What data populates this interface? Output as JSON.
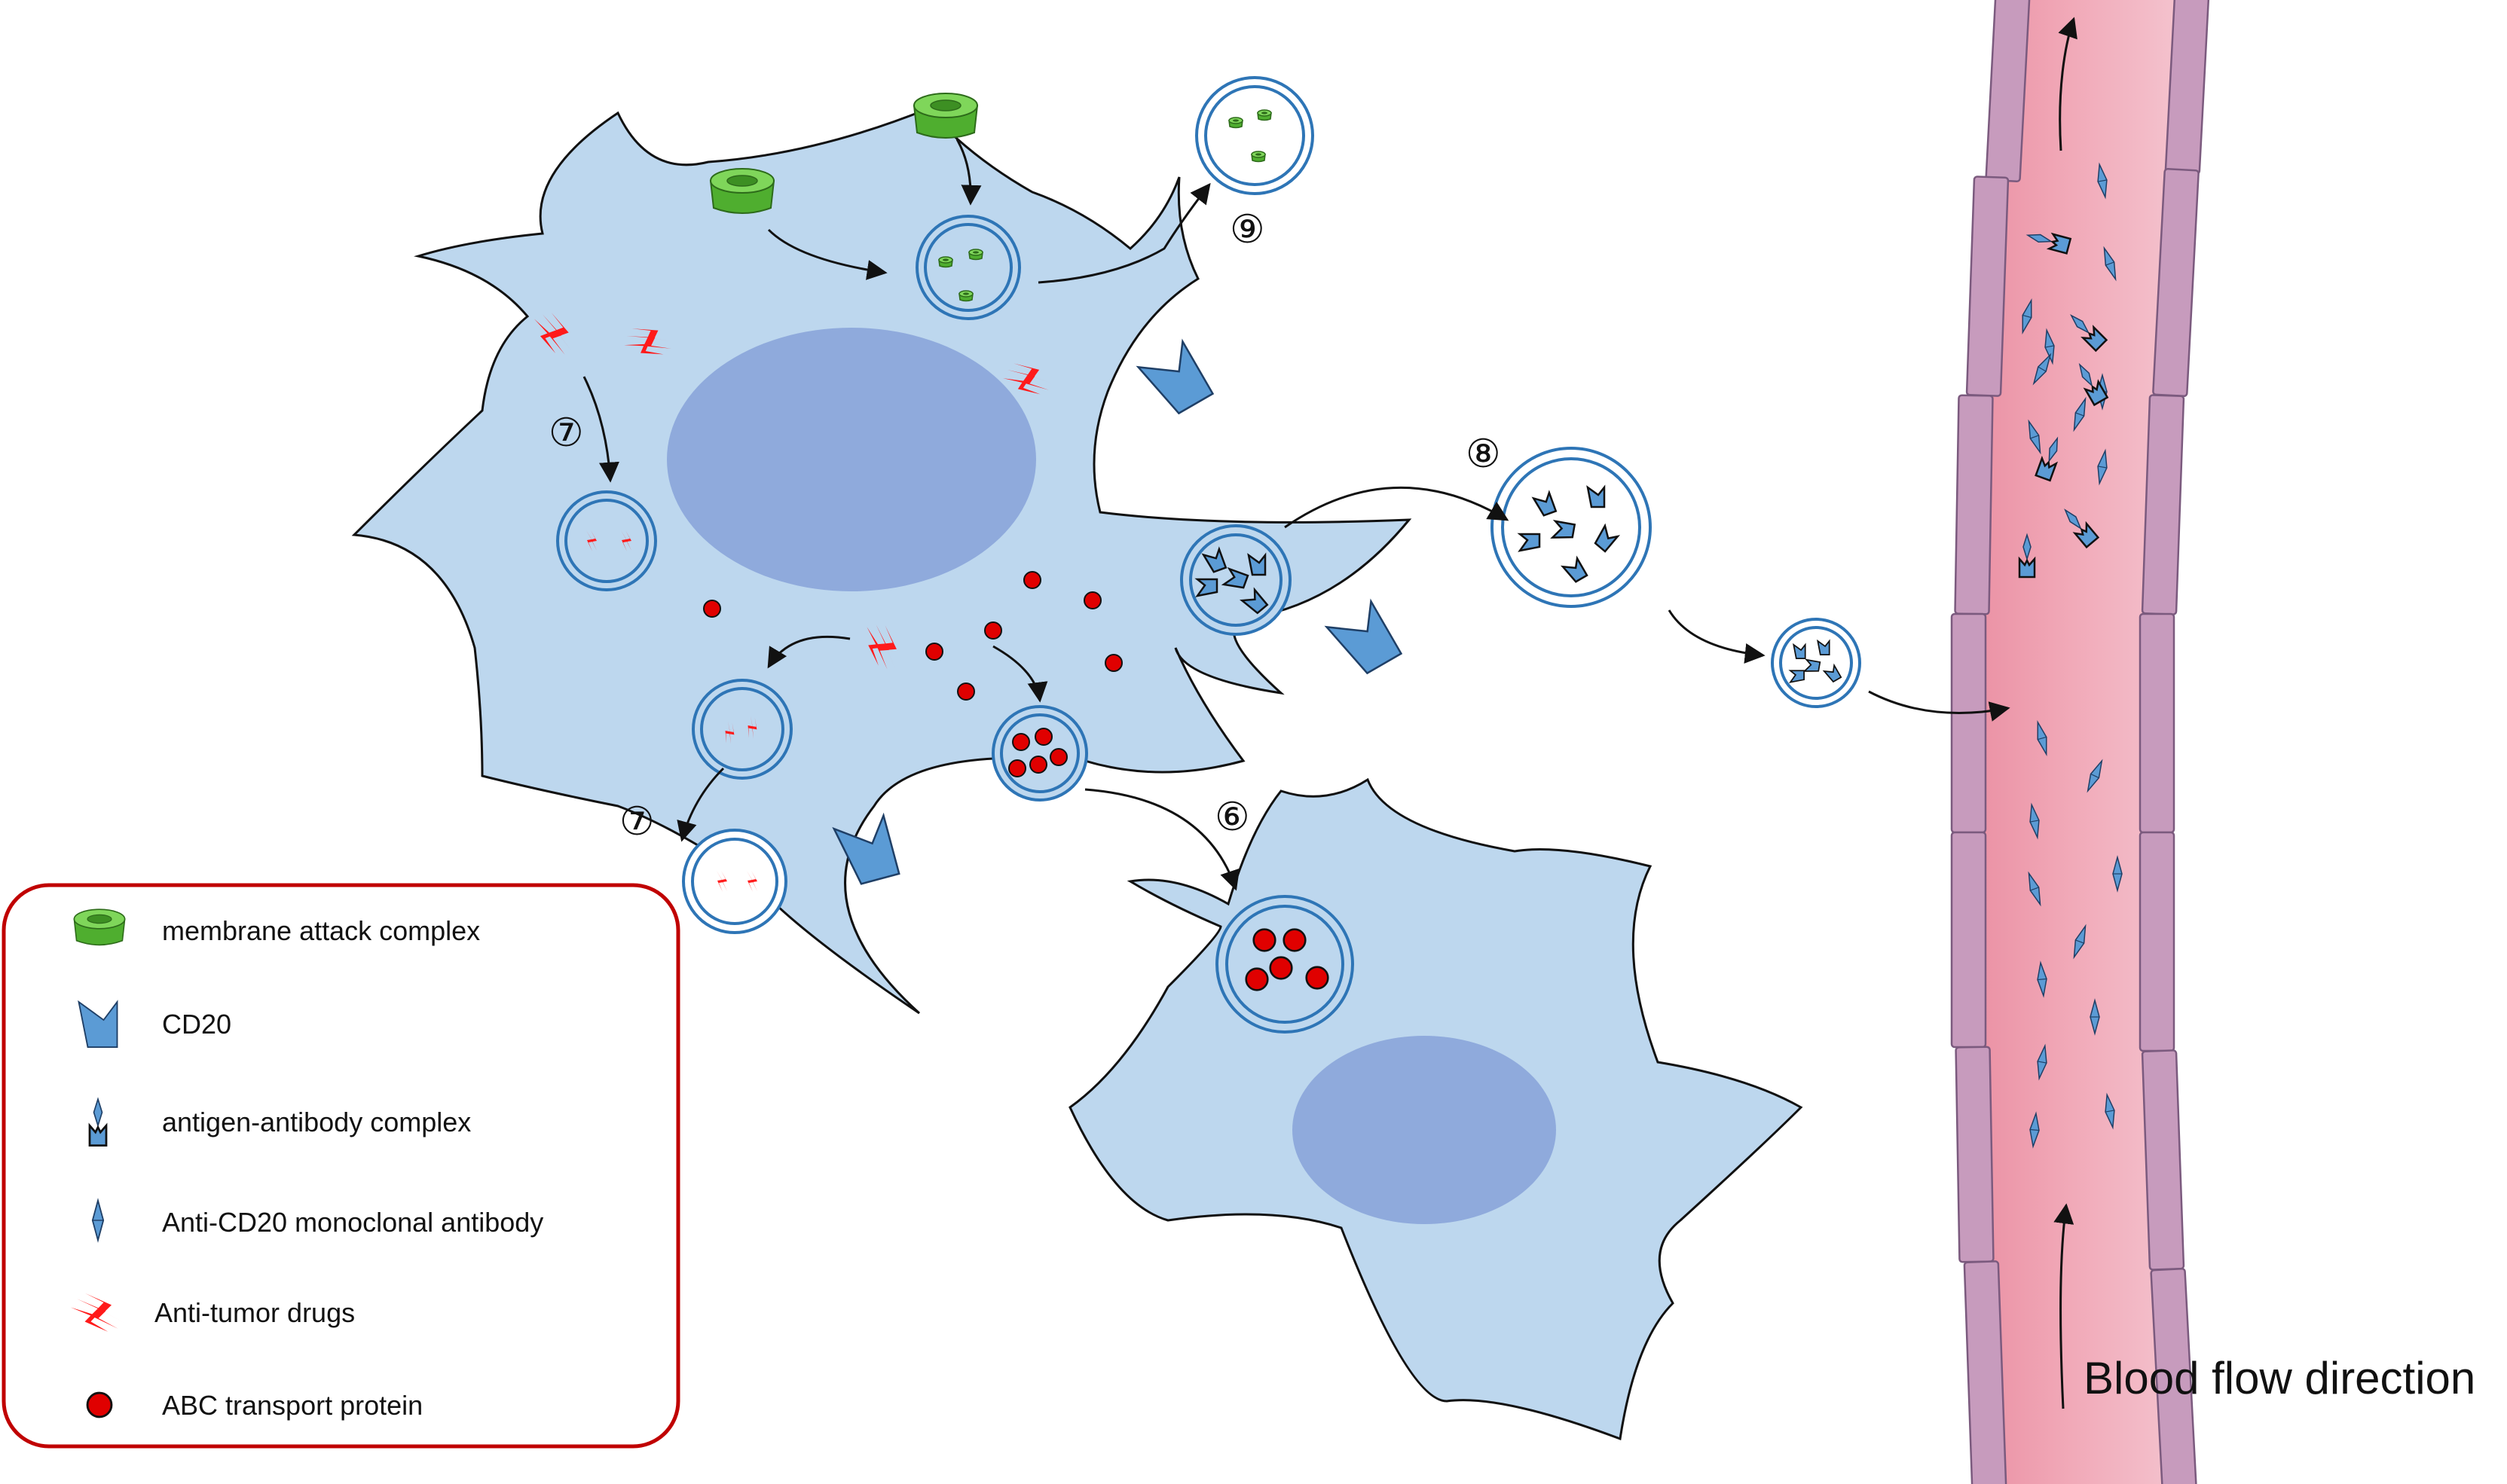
{
  "legend": {
    "items": [
      {
        "icon": "membrane-attack-complex-icon",
        "label": "membrane attack complex"
      },
      {
        "icon": "cd20-icon",
        "label": "CD20"
      },
      {
        "icon": "antigen-antibody-complex-icon",
        "label": "antigen-antibody complex"
      },
      {
        "icon": "antibody-icon",
        "label": "Anti-CD20 monoclonal antibody"
      },
      {
        "icon": "drug-icon",
        "label": "Anti-tumor drugs"
      },
      {
        "icon": "abc-protein-icon",
        "label": "ABC transport protein"
      }
    ]
  },
  "steps": {
    "six": "⑥",
    "seven": "⑦",
    "eight": "⑧",
    "nine": "⑨"
  },
  "vessel": {
    "flow_label": "Blood flow direction"
  },
  "colors": {
    "cell_fill": "#bdd7ee",
    "nucleus_fill": "#8faadc",
    "vesicle_stroke": "#2e75b6",
    "mac_green": "#5ec43c",
    "cd20_blue": "#5b9bd5",
    "drug_red": "#ff1a1a",
    "abc_red": "#e00000",
    "vessel_lumen": "#f3b6c3",
    "vessel_wall": "#c79bbd",
    "legend_border": "#c00000"
  }
}
